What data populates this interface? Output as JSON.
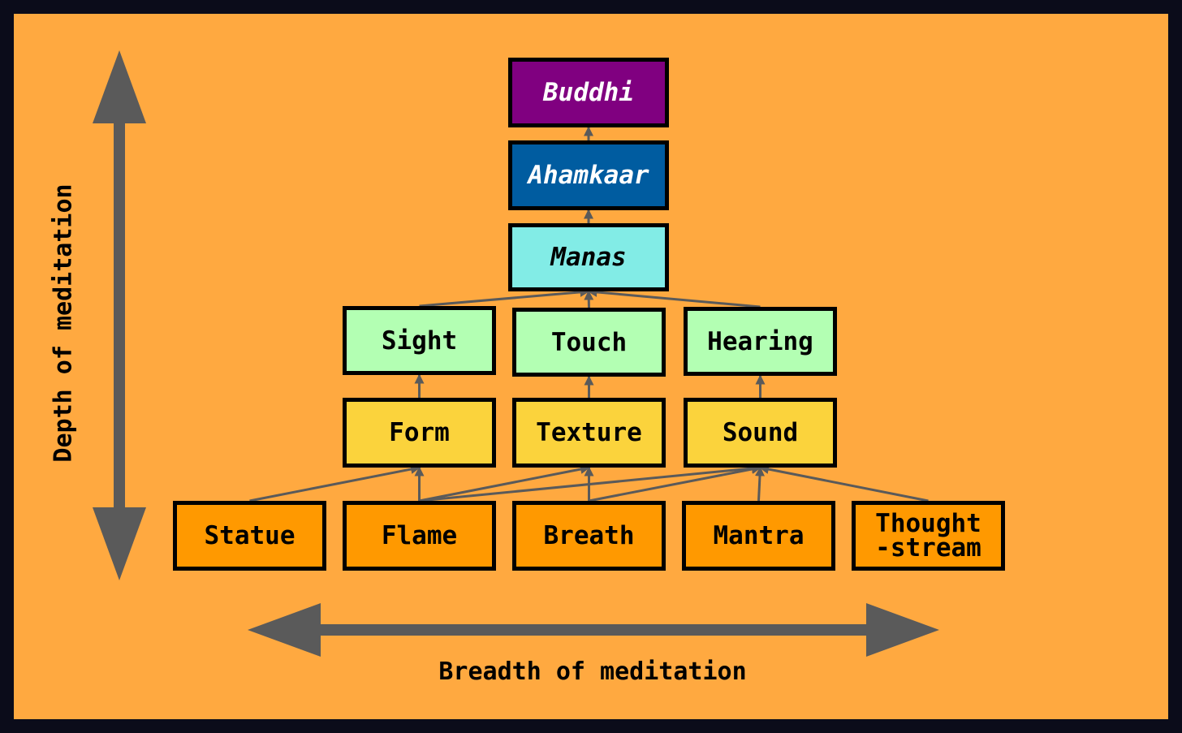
{
  "axes": {
    "x_label": "Breadth of meditation",
    "y_label": "Depth of meditation",
    "arrow_color": "#5a5a5a"
  },
  "colors": {
    "frame": "#0b0c1a",
    "background": "#ffa940",
    "connector": "#5a5a5a"
  },
  "nodes": [
    {
      "id": "buddhi",
      "label": "Buddhi",
      "fill": "#800080",
      "italic": true,
      "light_text": true
    },
    {
      "id": "ahamkaar",
      "label": "Ahamkaar",
      "fill": "#005ca0",
      "italic": true,
      "light_text": true
    },
    {
      "id": "manas",
      "label": "Manas",
      "fill": "#82ece6",
      "italic": true,
      "light_text": false
    },
    {
      "id": "sight",
      "label": "Sight",
      "fill": "#b3ffb3",
      "italic": false,
      "light_text": false
    },
    {
      "id": "touch",
      "label": "Touch",
      "fill": "#b3ffb3",
      "italic": false,
      "light_text": false
    },
    {
      "id": "hearing",
      "label": "Hearing",
      "fill": "#b3ffb3",
      "italic": false,
      "light_text": false
    },
    {
      "id": "form",
      "label": "Form",
      "fill": "#fbd33c",
      "italic": false,
      "light_text": false
    },
    {
      "id": "texture",
      "label": "Texture",
      "fill": "#fbd33c",
      "italic": false,
      "light_text": false
    },
    {
      "id": "sound",
      "label": "Sound",
      "fill": "#fbd33c",
      "italic": false,
      "light_text": false
    },
    {
      "id": "statue",
      "label": "Statue",
      "fill": "#ff9900",
      "italic": false,
      "light_text": false
    },
    {
      "id": "flame",
      "label": "Flame",
      "fill": "#ff9900",
      "italic": false,
      "light_text": false
    },
    {
      "id": "breath",
      "label": "Breath",
      "fill": "#ff9900",
      "italic": false,
      "light_text": false
    },
    {
      "id": "mantra",
      "label": "Mantra",
      "fill": "#ff9900",
      "italic": false,
      "light_text": false
    },
    {
      "id": "thought-stream",
      "label": "Thought\n-stream",
      "fill": "#ff9900",
      "italic": false,
      "light_text": false
    }
  ],
  "edges": [
    {
      "from": "ahamkaar",
      "to": "buddhi"
    },
    {
      "from": "manas",
      "to": "ahamkaar"
    },
    {
      "from": "sight",
      "to": "manas"
    },
    {
      "from": "touch",
      "to": "manas"
    },
    {
      "from": "hearing",
      "to": "manas"
    },
    {
      "from": "form",
      "to": "sight"
    },
    {
      "from": "texture",
      "to": "touch"
    },
    {
      "from": "sound",
      "to": "hearing"
    },
    {
      "from": "statue",
      "to": "form"
    },
    {
      "from": "flame",
      "to": "form"
    },
    {
      "from": "flame",
      "to": "texture"
    },
    {
      "from": "flame",
      "to": "sound"
    },
    {
      "from": "breath",
      "to": "texture"
    },
    {
      "from": "breath",
      "to": "sound"
    },
    {
      "from": "mantra",
      "to": "sound"
    },
    {
      "from": "thought-stream",
      "to": "sound"
    }
  ]
}
